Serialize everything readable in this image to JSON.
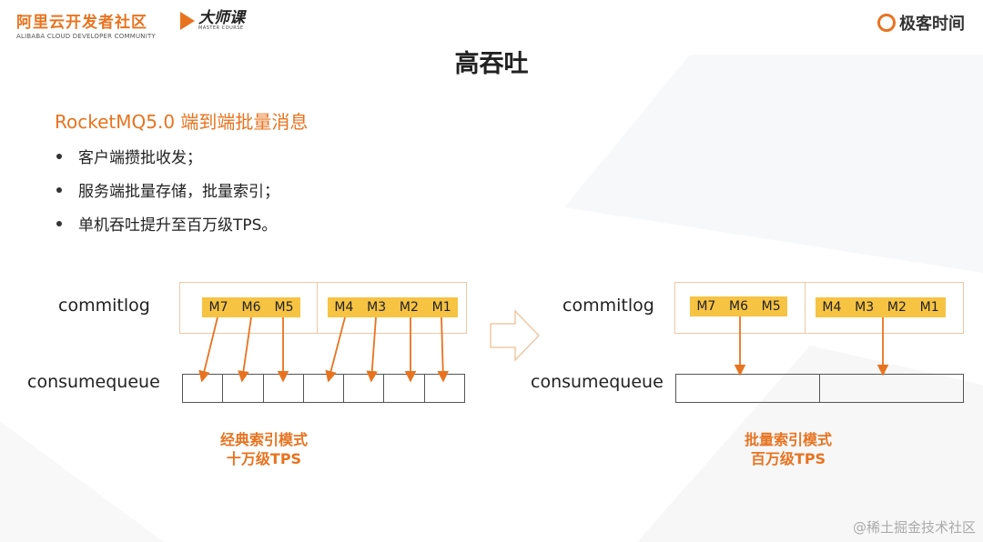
{
  "header": {
    "alibaba_cn": "阿里云开发者社区",
    "alibaba_en": "ALIBABA CLOUD DEVELOPER COMMUNITY",
    "dashike": "大师课",
    "dashike_sub": "MASTER COURSE",
    "geek": "极客时间"
  },
  "title": "高吞吐",
  "subtitle": "RocketMQ5.0 端到端批量消息",
  "bullets": [
    "客户端攒批收发；",
    "服务端批量存储，批量索引；",
    "单机吞吐提升至百万级TPS。"
  ],
  "diagram_left": {
    "commitlog_label": "commitlog",
    "consumequeue_label": "consumequeue",
    "group1": [
      "M7",
      "M6",
      "M5"
    ],
    "group2": [
      "M4",
      "M3",
      "M2",
      "M1"
    ],
    "caption_line1": "经典索引模式",
    "caption_line2": "十万级TPS"
  },
  "diagram_right": {
    "commitlog_label": "commitlog",
    "consumequeue_label": "consumequeue",
    "group1": [
      "M7",
      "M6",
      "M5"
    ],
    "group2": [
      "M4",
      "M3",
      "M2",
      "M1"
    ],
    "caption_line1": "批量索引模式",
    "caption_line2": "百万级TPS"
  },
  "watermark": "@稀土掘金技术社区",
  "colors": {
    "accent": "#e8731f",
    "highlight": "#f6c343",
    "box_border": "#f0c8a4"
  }
}
